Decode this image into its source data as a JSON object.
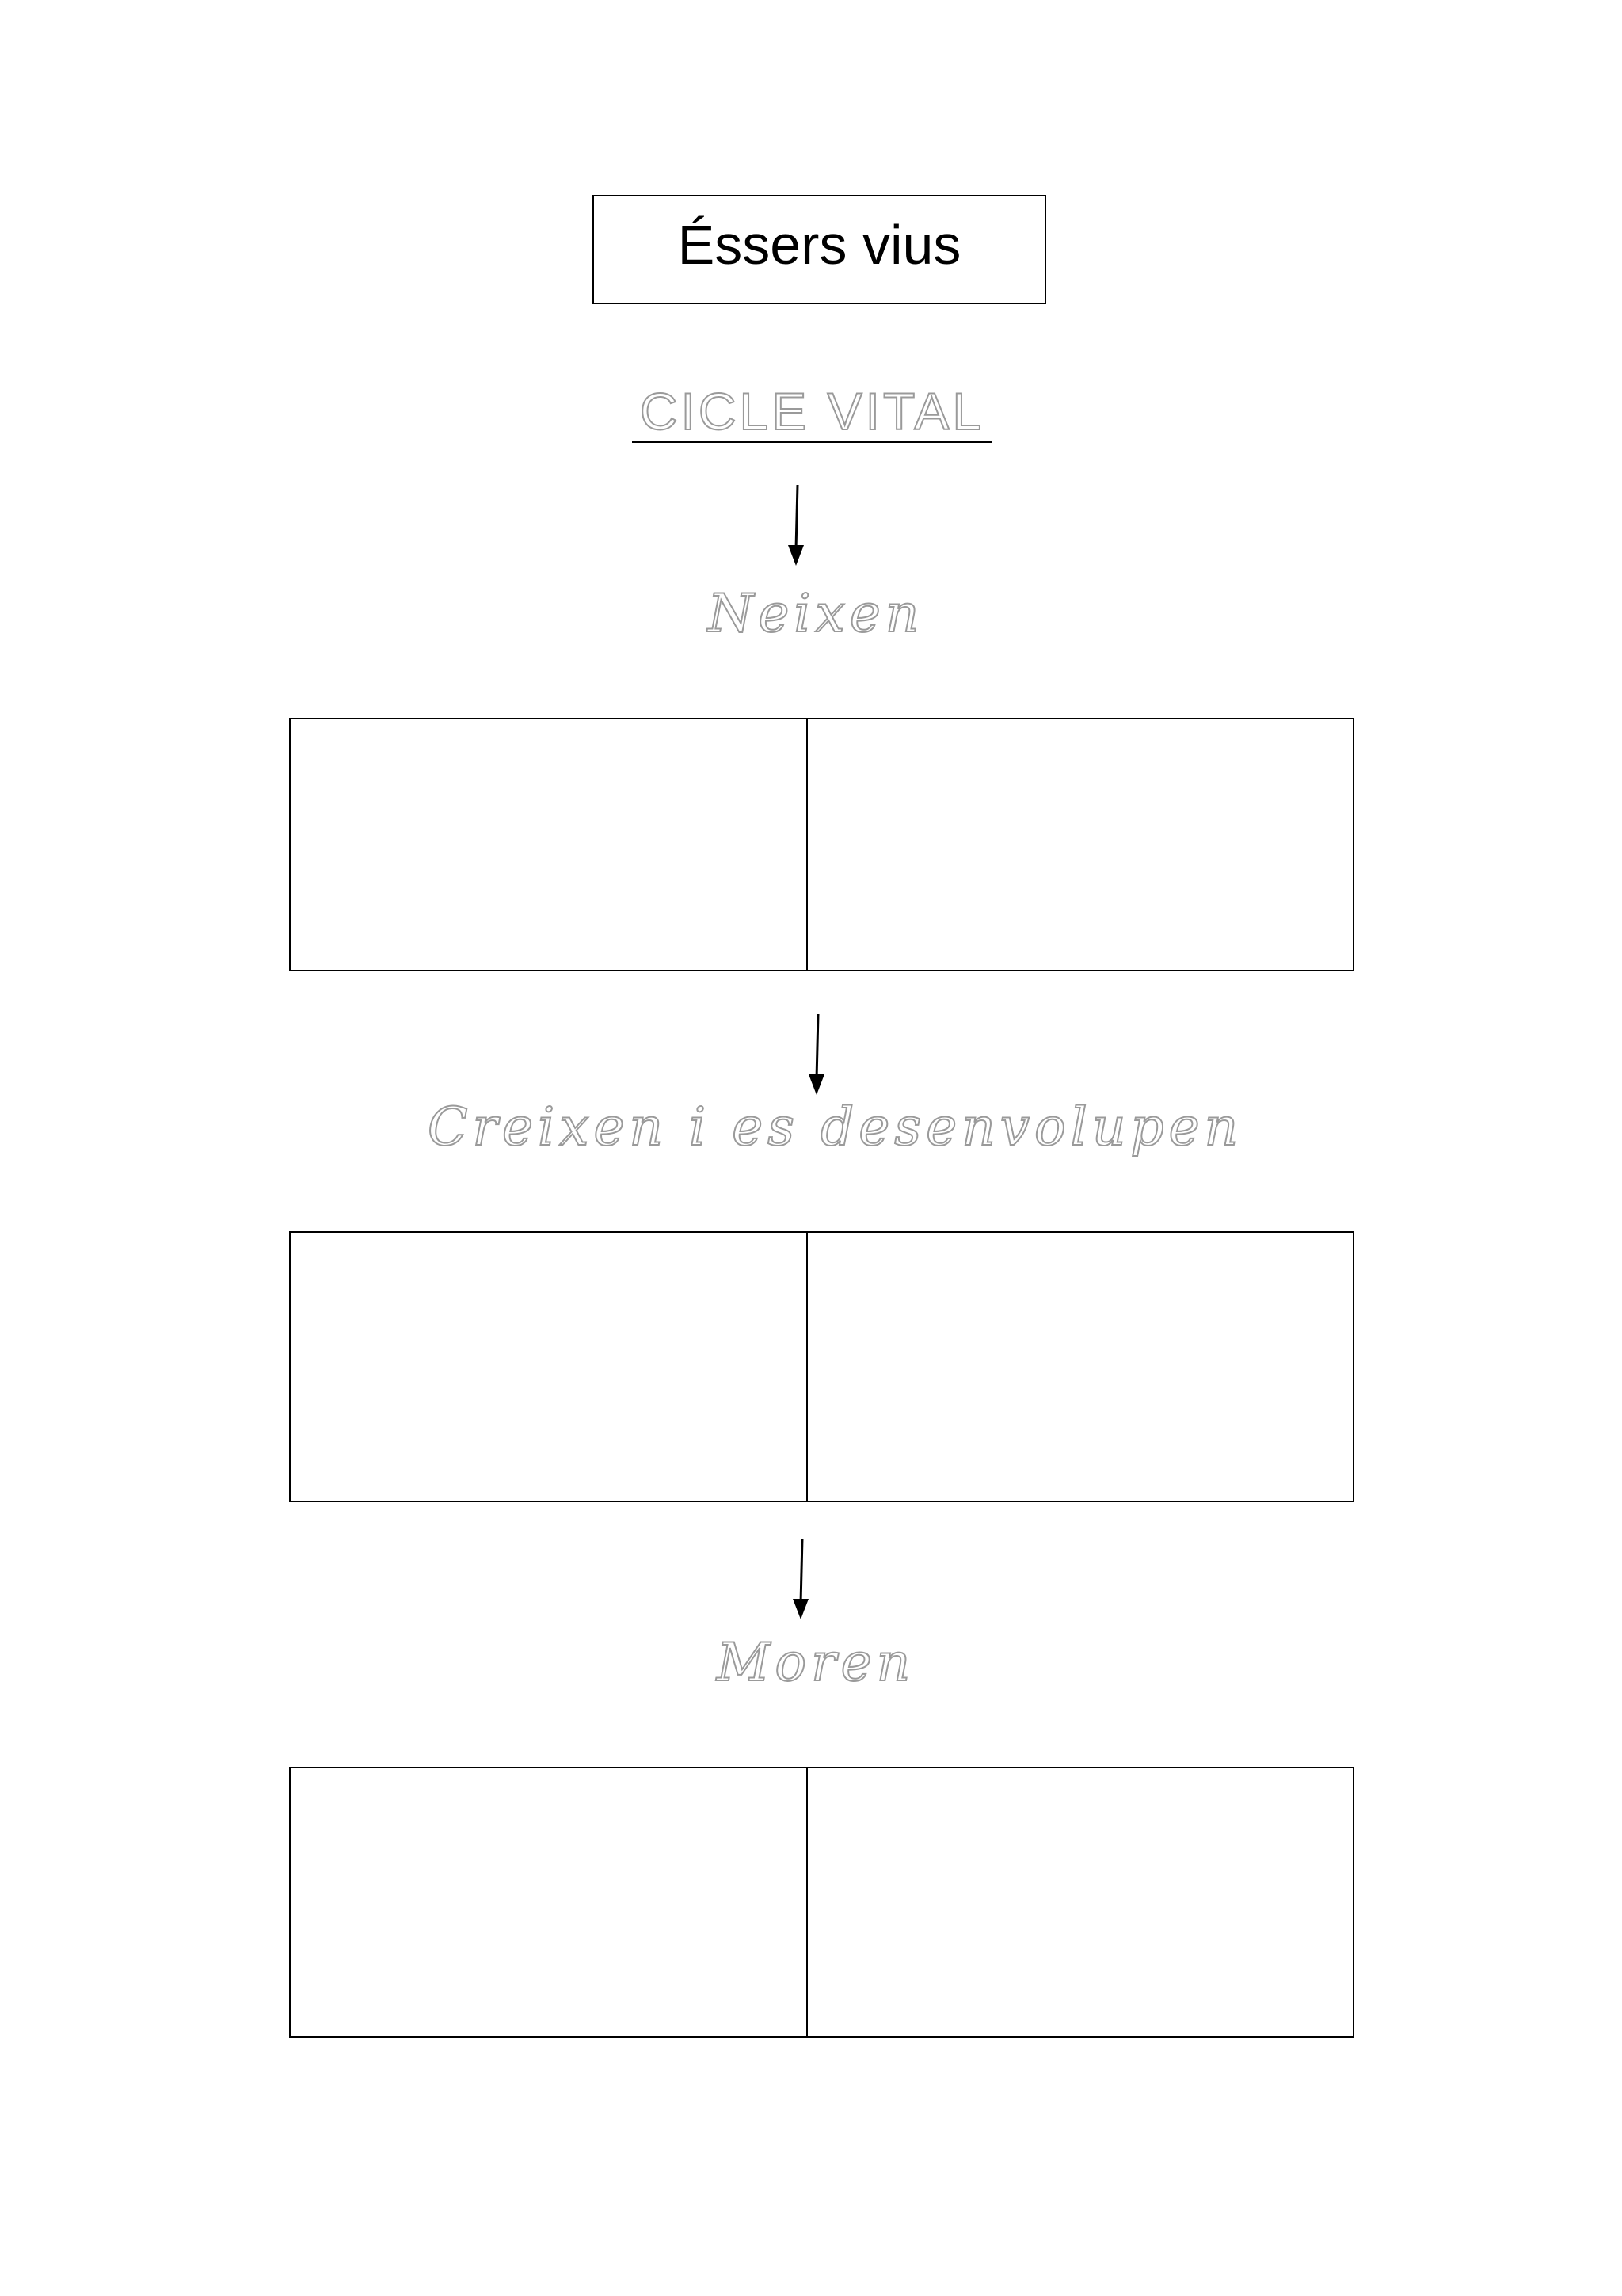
{
  "title": "Éssers vius",
  "heading": "CICLE VITAL",
  "stages": [
    {
      "label": "Neixen"
    },
    {
      "label": "Creixen i es desenvolupen"
    },
    {
      "label": "Moren"
    }
  ]
}
